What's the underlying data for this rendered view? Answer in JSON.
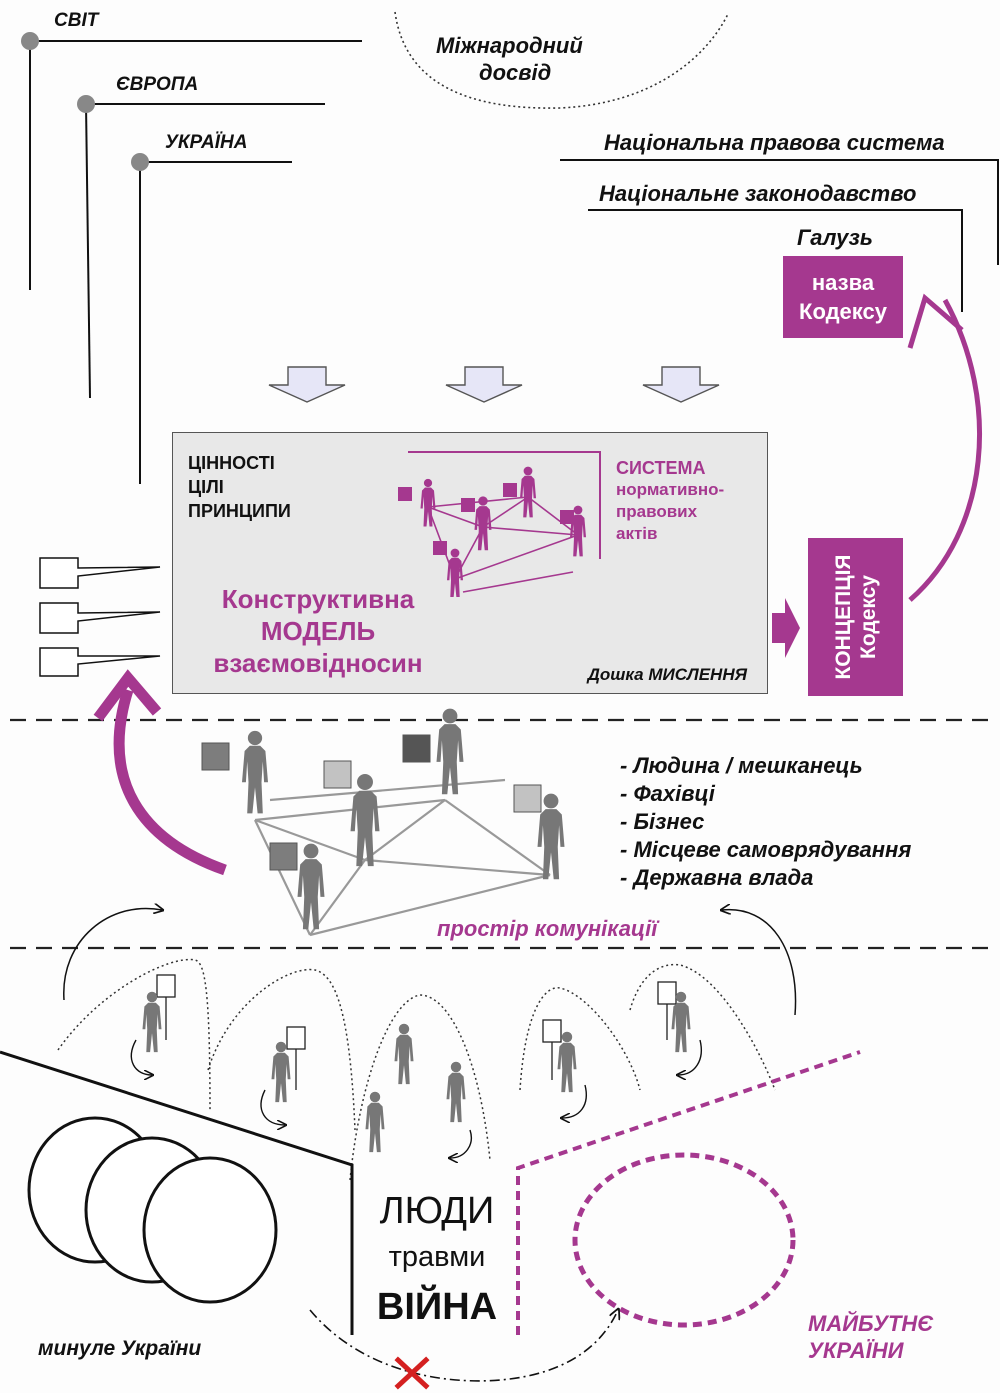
{
  "levels": {
    "world": "СВІТ",
    "europe": "ЄВРОПА",
    "ukraine": "УКРАЇНА"
  },
  "international_experience": {
    "line1": "Міжнародний",
    "line2": "досвід"
  },
  "national": {
    "legal_system": "Національна правова система",
    "legislation": "Національне законодавство",
    "branch": "Галузь"
  },
  "code_name": {
    "line1": "назва",
    "line2": "Кодексу"
  },
  "board": {
    "values": [
      "ЦІННОСТІ",
      "ЦІЛІ",
      "ПРИНЦИПИ"
    ],
    "system": [
      "СИСТЕМА",
      "нормативно-",
      "правових",
      "актів"
    ],
    "model": [
      "Конструктивна",
      "МОДЕЛЬ",
      "взаємовідносин"
    ],
    "label": "Дошка МИСЛЕННЯ"
  },
  "concept": {
    "line1": "КОНЦЕПЦІЯ",
    "line2": "Кодексу"
  },
  "actors": [
    "- Людина / мешканець",
    "- Фахівці",
    "- Бізнес",
    "- Місцеве самоврядування",
    "- Державна влада"
  ],
  "communication_space": "простір комунікації",
  "center": {
    "people": "ЛЮДИ",
    "traumas": "травми",
    "war": "ВІЙНА"
  },
  "past": "минуле України",
  "future": {
    "line1": "МАЙБУТНЄ",
    "line2": "УКРАЇНИ"
  },
  "colors": {
    "accent": "#a5388f",
    "board_bg": "#e8e8e8",
    "arrow_fill": "#e6e6f7",
    "figure_grey": "#777777"
  }
}
